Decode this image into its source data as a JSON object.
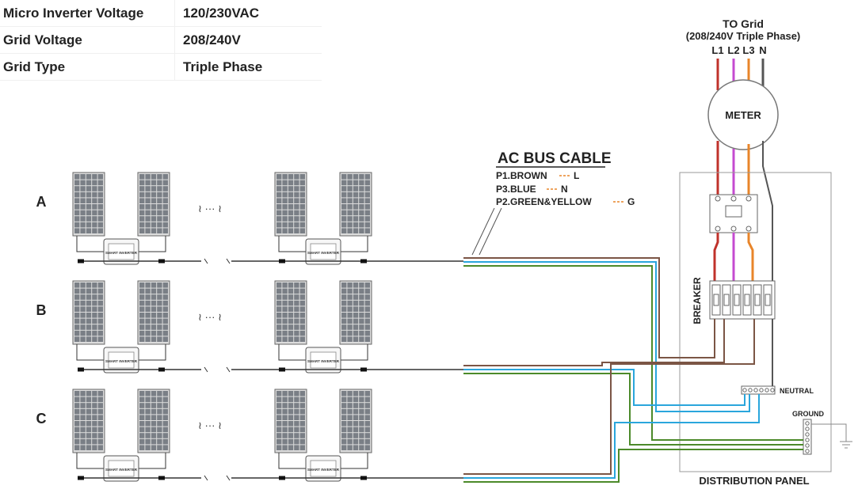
{
  "specs": [
    {
      "label": "Micro Inverter Voltage",
      "value": "120/230VAC"
    },
    {
      "label": "Grid  Voltage",
      "value": "208/240V"
    },
    {
      "label": "Grid Type",
      "value": "Triple Phase"
    }
  ],
  "grid": {
    "title": "TO Grid",
    "subtitle": "(208/240V Triple Phase)",
    "lines": [
      "L1",
      "L2",
      "L3",
      "N"
    ]
  },
  "meter_label": "METER",
  "ac_bus": {
    "title": "AC BUS CABLE",
    "legend": [
      {
        "text": "P1.BROWN",
        "mark": "L"
      },
      {
        "text": "P3.BLUE",
        "mark": "N"
      },
      {
        "text": "P2.GREEN&YELLOW",
        "mark": "G"
      }
    ]
  },
  "rows": [
    "A",
    "B",
    "C"
  ],
  "ellipsis": "≀ ··· ≀",
  "inverter_label": "SMART INVERTER",
  "breaker_label": "BREAKER",
  "neutral_label": "NEUTRAL",
  "ground_label": "GROUND",
  "panel_label": "DISTRIBUTION PANEL",
  "colors": {
    "brown": "#7b5545",
    "blue": "#2aa6dc",
    "green": "#4c8a2a",
    "l1": "#c0322b",
    "l2": "#c54bd0",
    "l3": "#e8852a",
    "neutral": "#555555"
  }
}
